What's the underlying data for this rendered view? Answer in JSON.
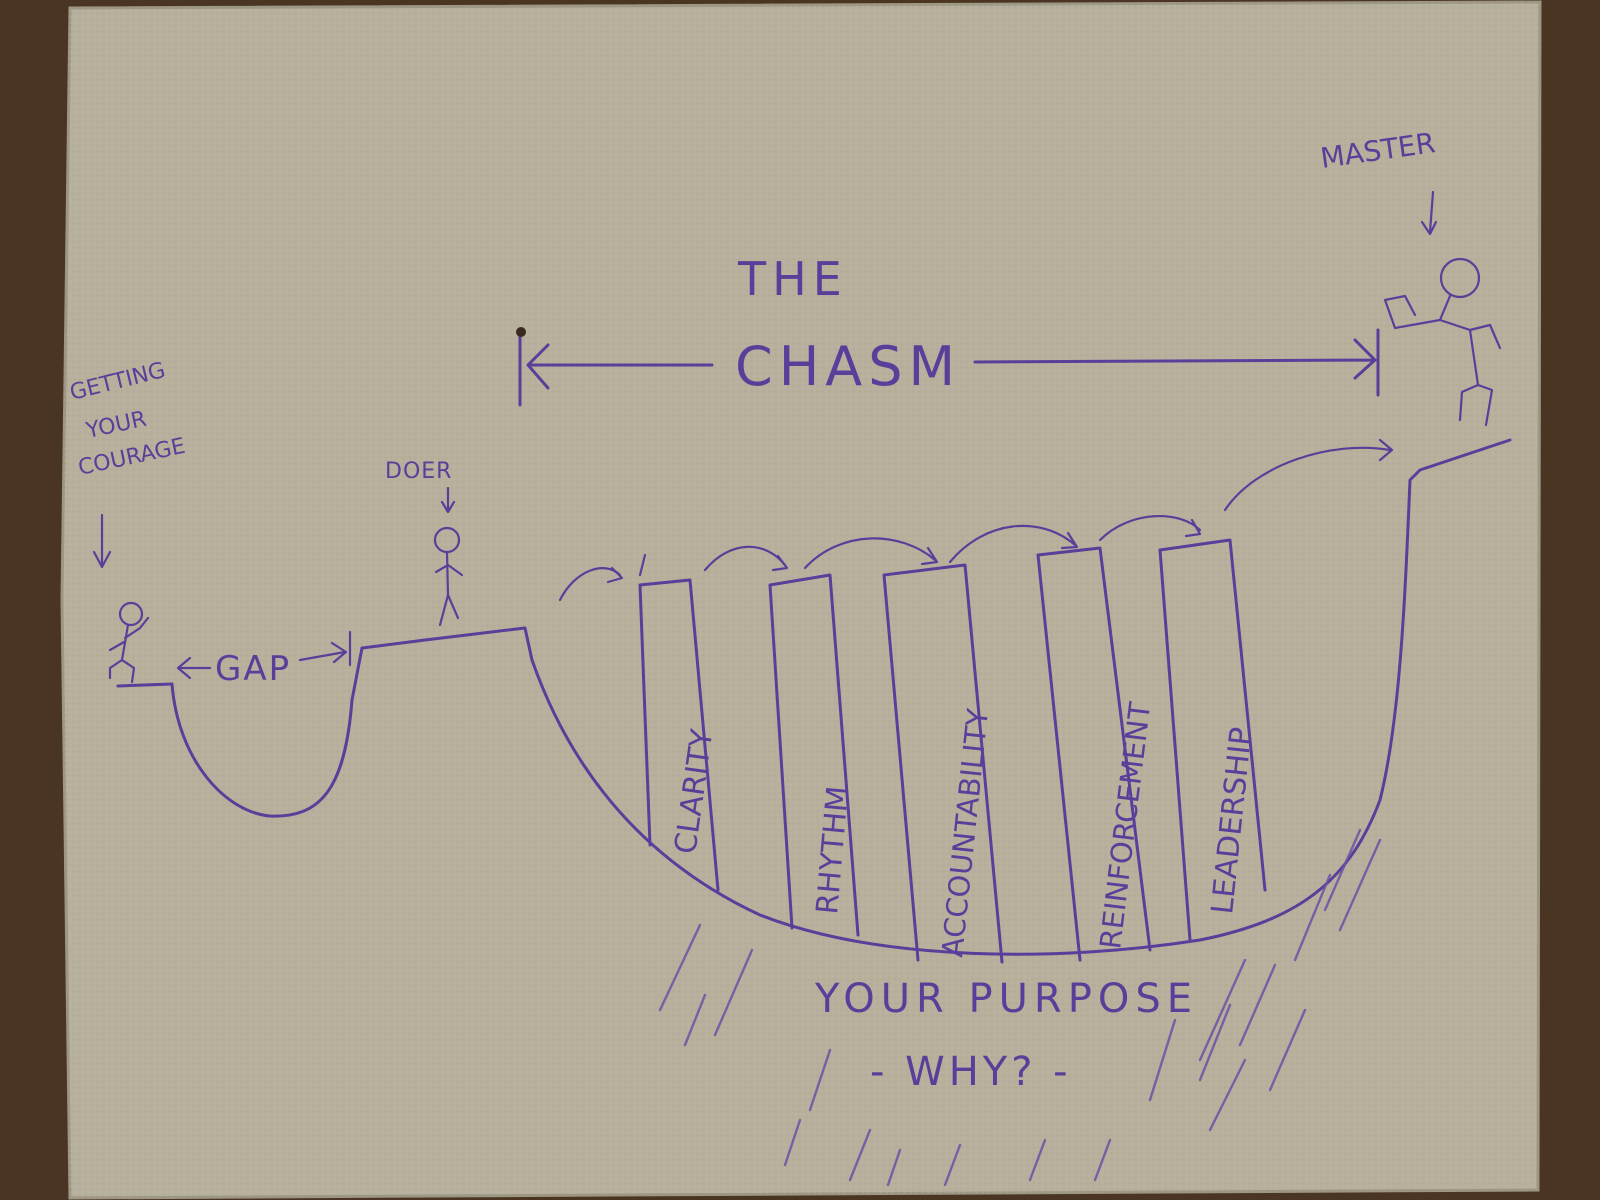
{
  "colors": {
    "ink": "#5a3f9a",
    "napkin": "#b7b09d",
    "wood": "#4a3522"
  },
  "labels": {
    "title_line1": "THE",
    "title_line2": "CHASM",
    "courage_line1": "GETTING",
    "courage_line2": "YOUR",
    "courage_line3": "COURAGE",
    "gap": "GAP",
    "doer": "DOER",
    "master": "MASTER",
    "purpose": "YOUR PURPOSE",
    "why": "- WHY? -"
  },
  "pillars": [
    {
      "label": "CLARITY"
    },
    {
      "label": "RHYTHM"
    },
    {
      "label": "ACCOUNTABILITY"
    },
    {
      "label": "REINFORCEMENT"
    },
    {
      "label": "LEADERSHIP"
    }
  ],
  "icons": {
    "stick_figures": [
      "courage-figure-icon",
      "doer-figure-icon",
      "master-figure-icon"
    ]
  }
}
